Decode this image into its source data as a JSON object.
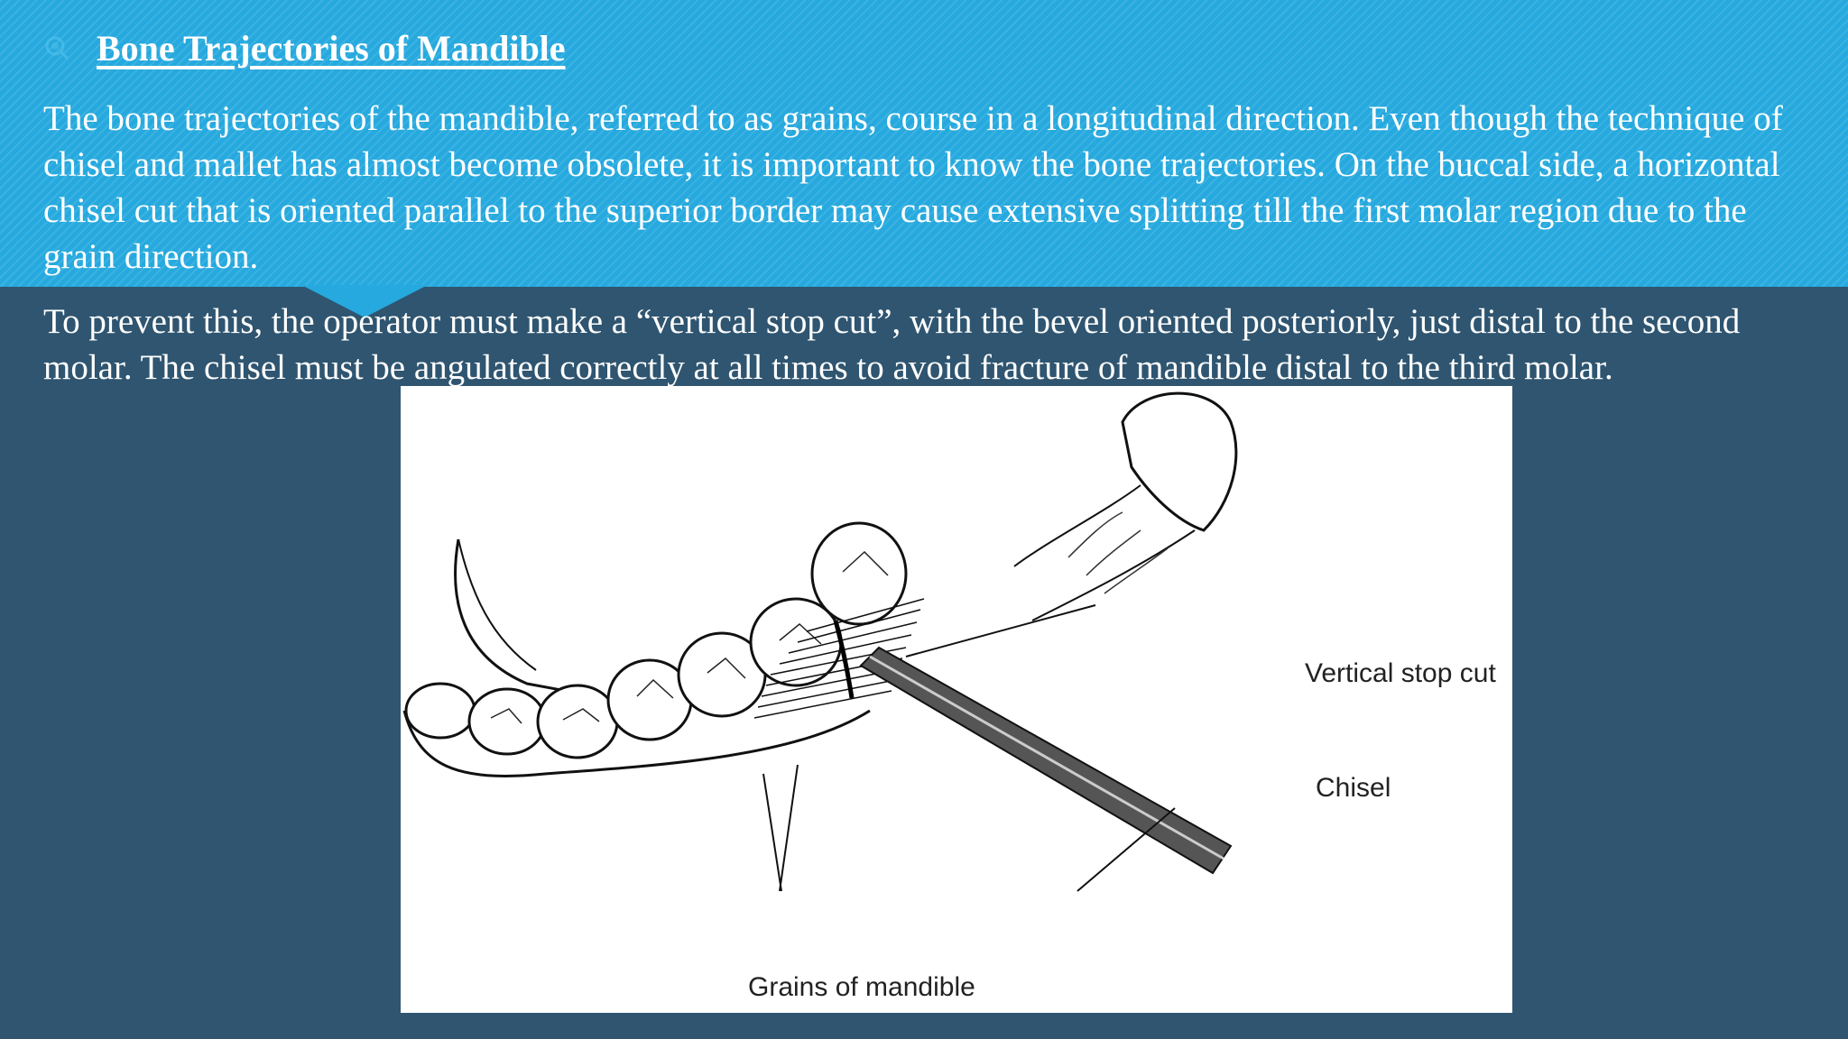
{
  "slide": {
    "heading": "Bone Trajectories of Mandible",
    "paragraph_1": "The bone trajectories of the mandible, referred to as grains, course in a longitudinal direction. Even though the technique of chisel and mallet has almost become obsolete, it is important to know the bone trajectories. On the buccal side, a horizontal chisel cut that is oriented parallel to the superior border may cause extensive splitting till the first molar region due to the grain direction.",
    "paragraph_2": "To prevent this, the operator must make a “vertical stop cut”, with the bevel oriented posteriorly, just distal to the second molar. The chisel must be angulated correctly at all times to avoid fracture of mandible distal to the third molar."
  },
  "figure": {
    "labels": {
      "vertical_stop_cut": "Vertical stop cut",
      "chisel": "Chisel",
      "grains": "Grains of mandible"
    }
  },
  "icons": {
    "bullet": "magnifier-bullet-icon"
  },
  "colors": {
    "banner": "#26a9de",
    "background": "#2f5570",
    "text": "#ffffff"
  }
}
